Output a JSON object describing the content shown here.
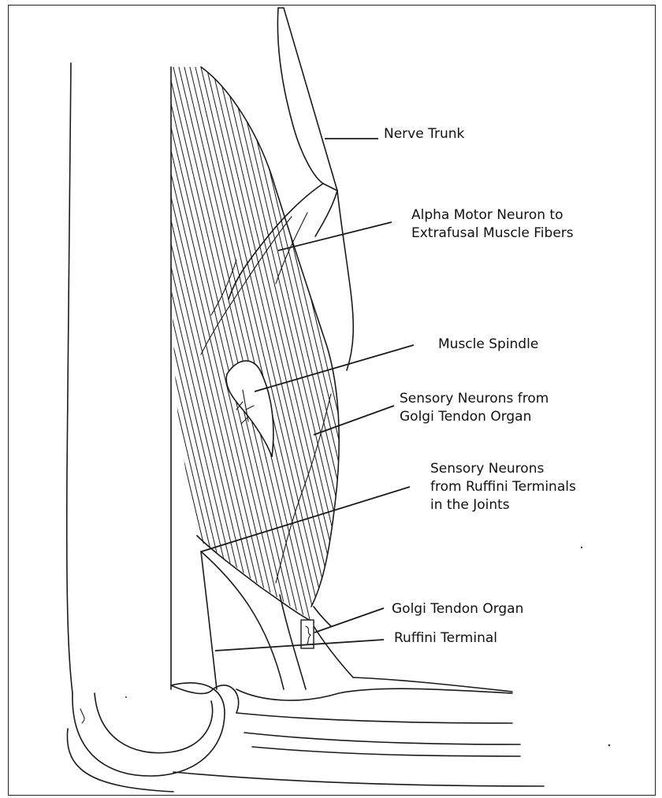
{
  "labels": {
    "nerve_trunk": "Nerve Trunk",
    "alpha_motor": [
      "Alpha Motor Neuron to",
      "Extrafusal Muscle Fibers"
    ],
    "muscle_spindle": "Muscle Spindle",
    "sensory_golgi": [
      "Sensory Neurons from",
      "Golgi Tendon Organ"
    ],
    "sensory_ruffini": [
      "Sensory Neurons",
      "from Ruffini Terminals",
      "in the Joints"
    ],
    "golgi_tendon_organ": "Golgi Tendon Organ",
    "ruffini_terminal": "Ruffini Terminal"
  }
}
